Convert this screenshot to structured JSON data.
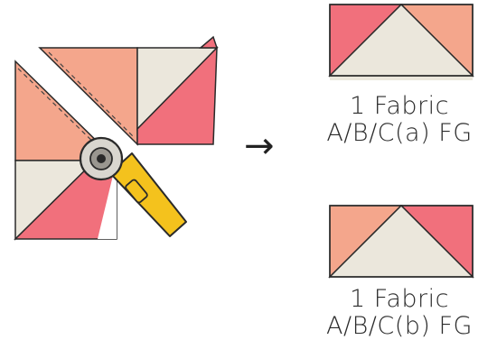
{
  "diagram": {
    "arrow": "→",
    "outputs": [
      {
        "caption_line1": "1 Fabric",
        "caption_line2": "A/B/C(a) FG"
      },
      {
        "caption_line1": "1 Fabric",
        "caption_line2": "A/B/C(b) FG"
      }
    ],
    "colors": {
      "fabric_red": "#f1707c",
      "fabric_peach": "#f4a68c",
      "fabric_cream": "#ebe7dc",
      "outline": "#2a2a2a",
      "cutter_yellow": "#f4c21d",
      "cutter_gray": "#d9d6cf"
    }
  }
}
